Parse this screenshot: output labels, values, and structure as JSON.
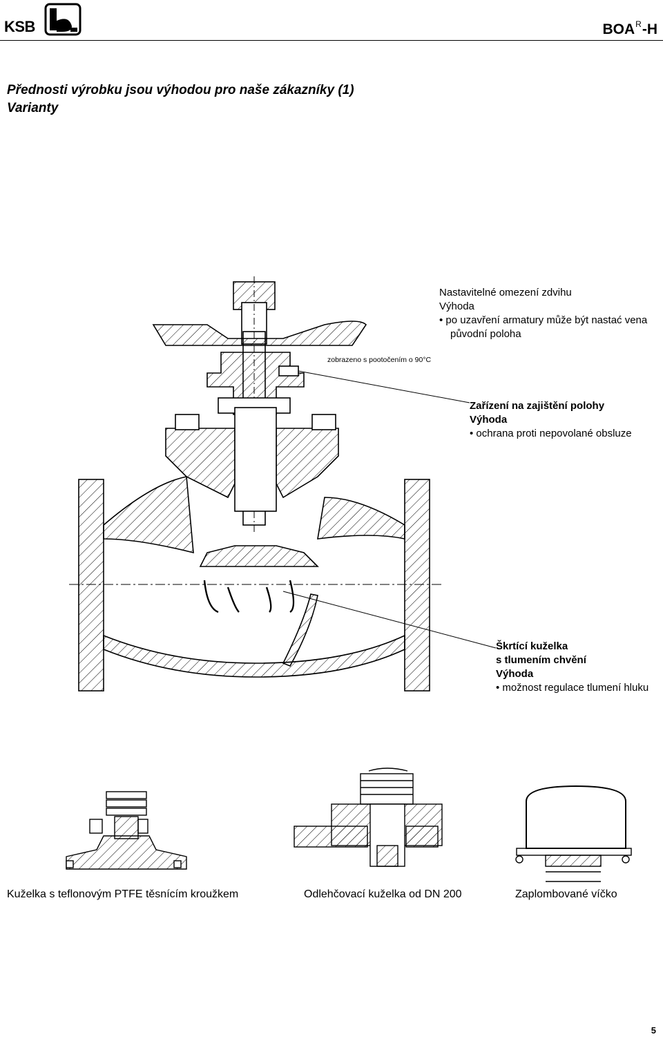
{
  "header": {
    "brand": "KSB",
    "product_name": "BOA",
    "registered_mark": "R",
    "product_suffix": "-H"
  },
  "title": {
    "line1": "Přednosti výrobku jsou výhodou pro naše zákazníky (1)",
    "line2": "Varianty"
  },
  "callouts": [
    {
      "heading": "Nastavitelné omezení zdvihu",
      "subheading": "Výhoda",
      "bullet": "po uzavření armatury může být nastać vena původní poloha"
    },
    {
      "heading": "Zařízení na zajištění polohy",
      "subheading": "Výhoda",
      "bullet": "ochrana proti nepovolané obsluze"
    },
    {
      "heading_line1": "Škrtící kuželka",
      "heading_line2": "s tlumením chvění",
      "subheading": "Výhoda",
      "bullet": "možnost regulace tlumení hluku"
    }
  ],
  "note": "zobrazeno s pootočením o 90°C",
  "captions": [
    "Kuželka s teflonovým PTFE těsnícím kroužkem",
    "Odlehčovací kuželka od DN 200",
    "Zaplombované víčko"
  ],
  "page_number": "5"
}
